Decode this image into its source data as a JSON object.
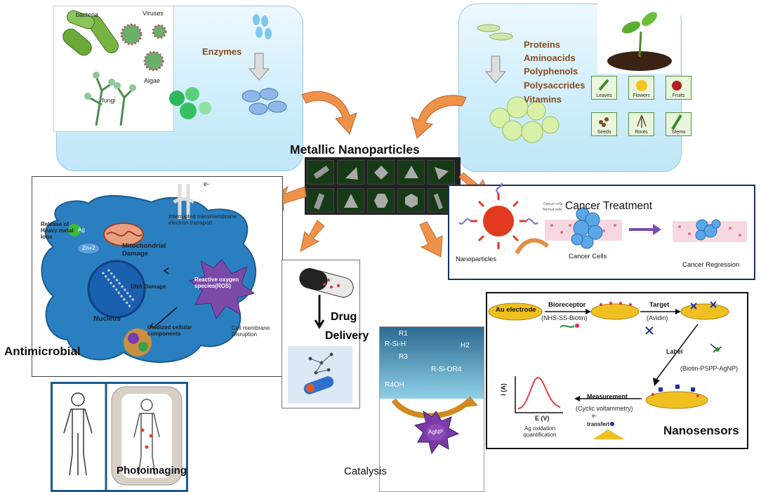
{
  "center": {
    "title": "Metallic Nanoparticles"
  },
  "microbes": {
    "bacteria": "bacteria",
    "viruses": "Viruses",
    "algae": "Algae",
    "fungi": "fungi",
    "enzymes": "Enzymes"
  },
  "plants": {
    "compounds": [
      "Proteins",
      "Aminoacids",
      "Polyphenols",
      "Polysaccrides",
      "Vitamins"
    ],
    "parts": [
      "Leaves",
      "Flowers",
      "Fruits",
      "Seeds",
      "Roots",
      "Stems"
    ]
  },
  "antimicrobial": {
    "title": "Antimicrobial",
    "electron": "e-",
    "transmembrane": "Interrupted transmembrane electron transport",
    "release": "Release of Heavy metal Ions",
    "ag": "Ag",
    "zn": "Zn+2",
    "mito": "Mitochondrial Damage",
    "dna": "DNA Damage",
    "ros": "Reactive oxygen species(ROS)",
    "nucleus": "Nucleus",
    "oxidized": "Oxidized cellular components",
    "membrane": "Cell membrane Disruption"
  },
  "drug": {
    "line1": "Drug",
    "line2": "Delivery"
  },
  "cancer": {
    "title": "Cancer Treatment",
    "nanoparticles": "Nanoparticles",
    "cells": "Cancer Cells",
    "regression": "Cancer Regression",
    "normal": "Normal cells",
    "cancer_small": "Cancer cells"
  },
  "catalysis": {
    "title": "Catalysis",
    "r1": "R1",
    "sih": "R-Si-H",
    "r3": "R3",
    "h2": "H2",
    "sior": "R-Si-OR4",
    "roh": "R4OH",
    "agnp": "AgNP"
  },
  "sensor": {
    "title": "Nanosensors",
    "electrode": "Au electrode",
    "bioreceptor": "Bioreceptor",
    "nhs": "(NHS-SS-Biotin)",
    "target": "Target",
    "avidin": "(Avidin)",
    "label": "Label",
    "biotin": "(Biotin-PSPP-AgNP)",
    "measurement": "Measurement",
    "cv": "(Cyclic voltammetry)",
    "ia": "I (A)",
    "ev": "E (V)",
    "agox": "Ag oxidation quantification",
    "transfert": "transfert",
    "eminus": "e-"
  },
  "photo": {
    "title": "Photoimaging"
  },
  "colors": {
    "arrow": "#f0914a",
    "panel": "#cfeefb",
    "navy": "#1c2f63"
  }
}
